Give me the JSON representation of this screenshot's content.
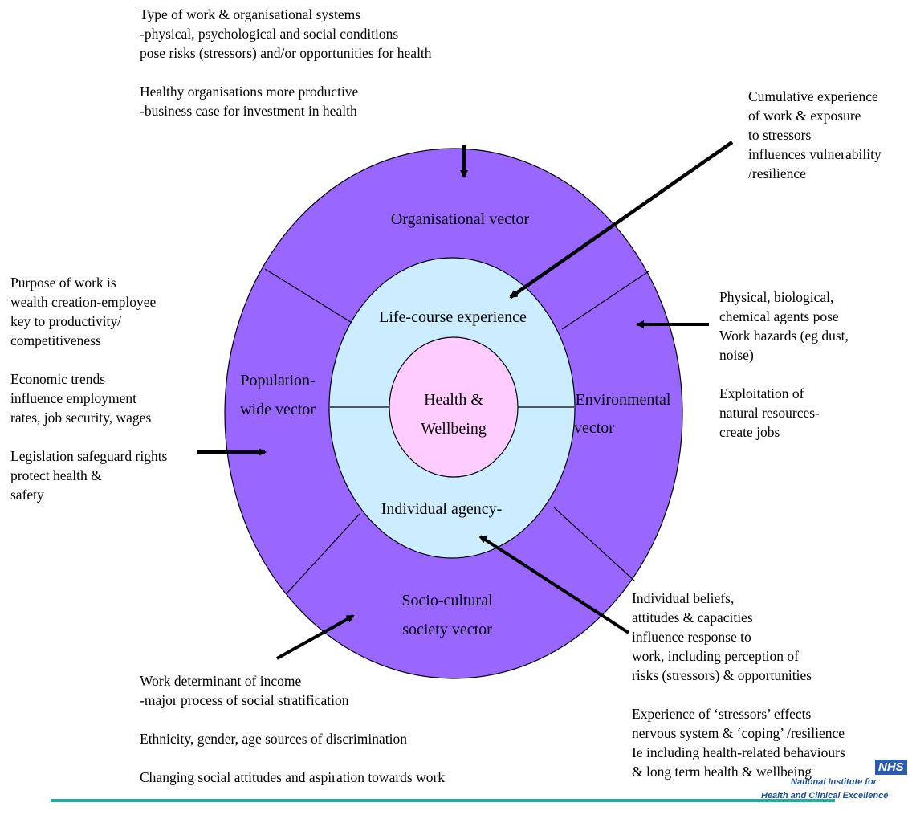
{
  "diagram": {
    "outer_ring_color": "#9966FF",
    "middle_ring_color": "#CCECFF",
    "center_color": "#FFCCFF",
    "bottom_rule_color": "#1AAFA0",
    "labels": {
      "organisational": "Organisational vector",
      "population_line1": "Population-",
      "population_line2": "wide vector",
      "environmental_line1": "Environmental",
      "environmental_line2": "vector",
      "sociocultural_line1": "Socio-cultural",
      "sociocultural_line2": "society vector",
      "lifecourse": "Life-course experience",
      "individual": "Individual agency-",
      "center_line1": "Health &",
      "center_line2": "Wellbeing"
    }
  },
  "annotations": {
    "top": "Type of work & organisational systems\n-physical, psychological and social conditions\npose risks (stressors)  and/or opportunities for health\n\nHealthy organisations more productive\n-business case for investment in health",
    "top_right": "Cumulative experience\nof work & exposure\nto stressors\n  influences vulnerability\n/resilience",
    "left": "Purpose of work is\nwealth creation-employee\nkey to productivity/\ncompetitiveness\n\nEconomic trends\ninfluence employment\nrates, job security, wages\n\nLegislation safeguard rights\nprotect health &\nsafety",
    "right": "Physical, biological,\nchemical agents pose\nWork hazards (eg dust,\nnoise)\n\nExploitation of\nnatural resources-\ncreate jobs",
    "bottom_left": "Work determinant of income\n-major process of social stratification\n\nEthnicity, gender, age sources of discrimination\n\nChanging social attitudes and aspiration towards work",
    "bottom_right": "Individual beliefs,\nattitudes & capacities\ninfluence response to\nwork, including perception of\nrisks (stressors) & opportunities\n\nExperience of ‘stressors’ effects\nnervous system & ‘coping’ /resilience\nIe including health-related behaviours\n& long term health & wellbeing"
  },
  "logo": {
    "badge": "NHS",
    "line1": "National Institute for",
    "line2": "Health and Clinical Excellence"
  }
}
